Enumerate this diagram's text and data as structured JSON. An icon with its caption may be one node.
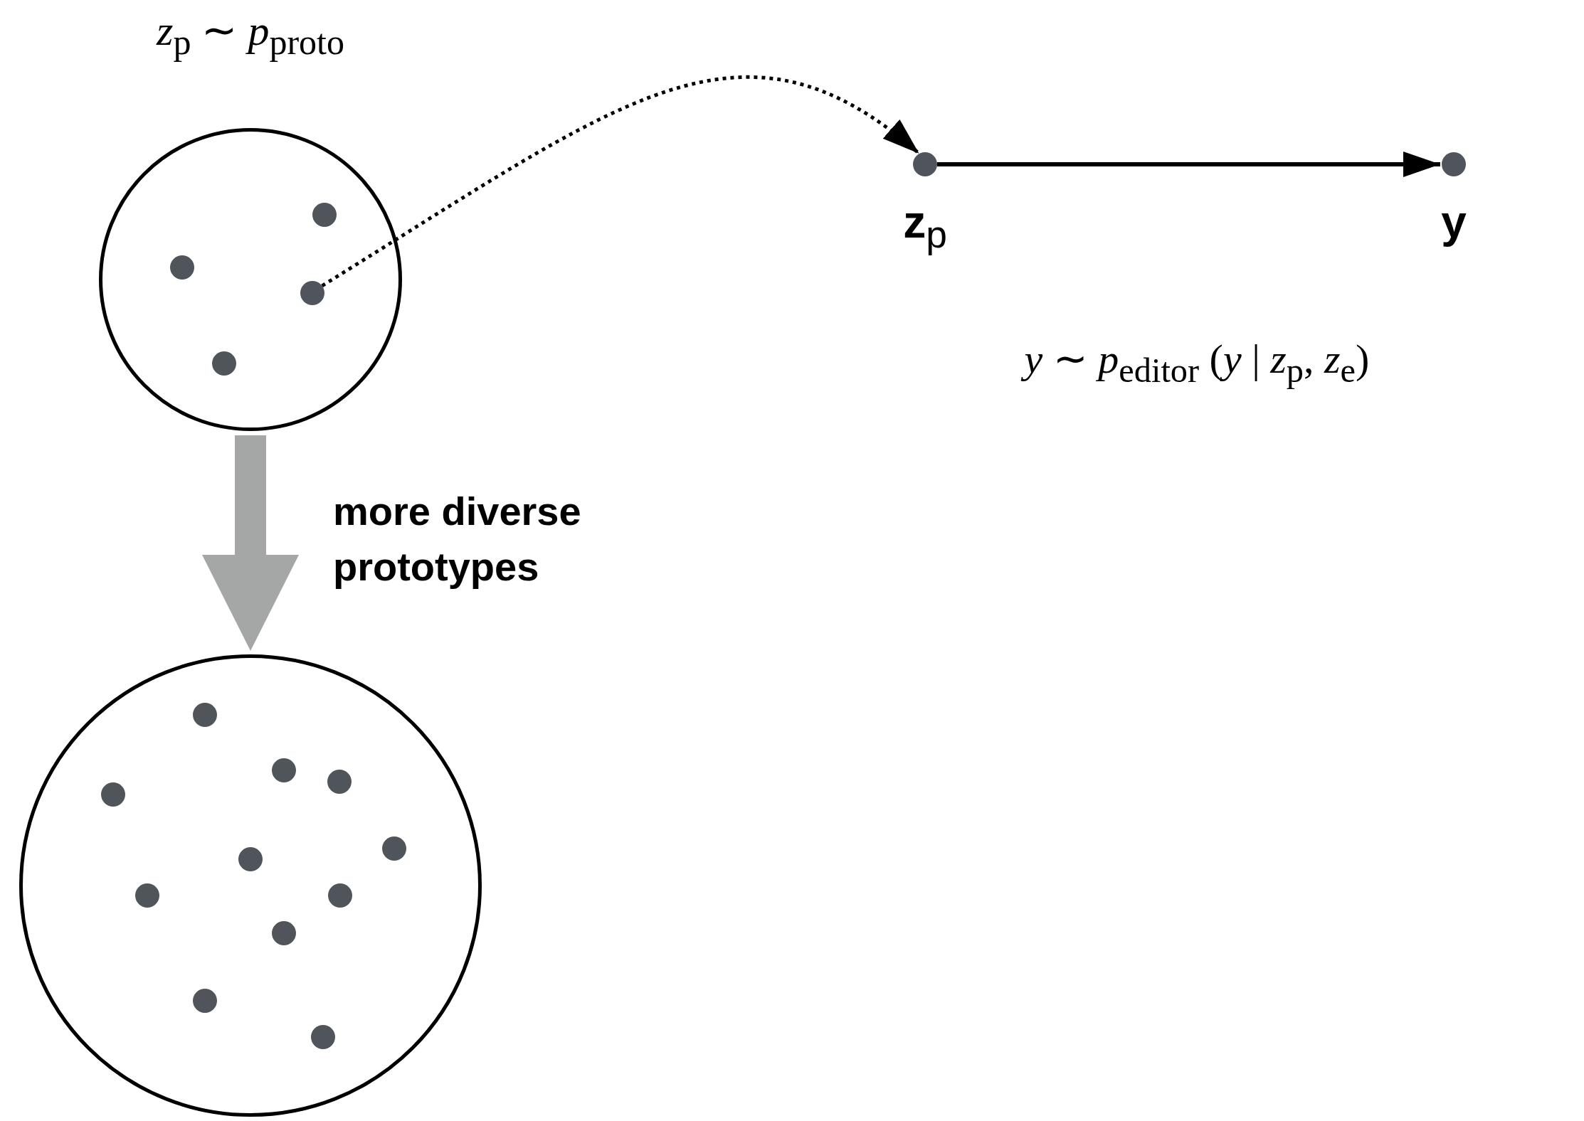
{
  "diagram": {
    "nodes": [
      {
        "text": [
          "*z*$_{p}$ ∼ *p*$_{proto}$"
        ]
      },
      {
        "text": [],
        "shape": "circle",
        "in": 0
      },
      {
        "text": [],
        "shape": "circle",
        "in": 0
      },
      {
        "text": [],
        "shape": "circle",
        "in": 0
      },
      {
        "text": [],
        "shape": "circle",
        "in": 0
      },
      {
        "text": [
          "**z**$_{p}$"
        ]
      },
      {
        "text": [
          "y"
        ]
      },
      {
        "text": [],
        "shape": "circle"
      },
      {
        "text": [],
        "shape": "circle",
        "in": 7
      },
      {
        "text": [],
        "shape": "circle",
        "in": 7
      },
      {
        "text": [],
        "shape": "circle",
        "in": 7
      },
      {
        "text": [],
        "shape": "circle",
        "in": 7
      },
      {
        "text": [],
        "shape": "circle",
        "in": 7
      },
      {
        "text": [],
        "shape": "circle",
        "in": 7
      },
      {
        "text": [],
        "shape": "circle",
        "in": 7
      },
      {
        "text": [],
        "shape": "circle",
        "in": 7
      },
      {
        "text": [],
        "shape": "circle",
        "in": 7
      },
      {
        "text": [],
        "shape": "circle",
        "in": 7
      },
      {
        "text": [],
        "shape": "circle",
        "in": 7
      }
    ],
    "edges": [
      {
        "from": 3,
        "to": 5,
        "arrow": "to",
        "style": "dashed"
      },
      {
        "from": 5,
        "to": 6,
        "arrow": "to"
      },
      {
        "from": 0,
        "to": 7,
        "arrow": "to",
        "label": "more diverse prototypes",
        "style": "thick",
        "color": "#a5a7a7"
      }
    ],
    "labels": [
      "*y* ∼ *p*$_{editor}$ (*y* | *z*$_{p}$, *z*$_{e}$)"
    ]
  }
}
